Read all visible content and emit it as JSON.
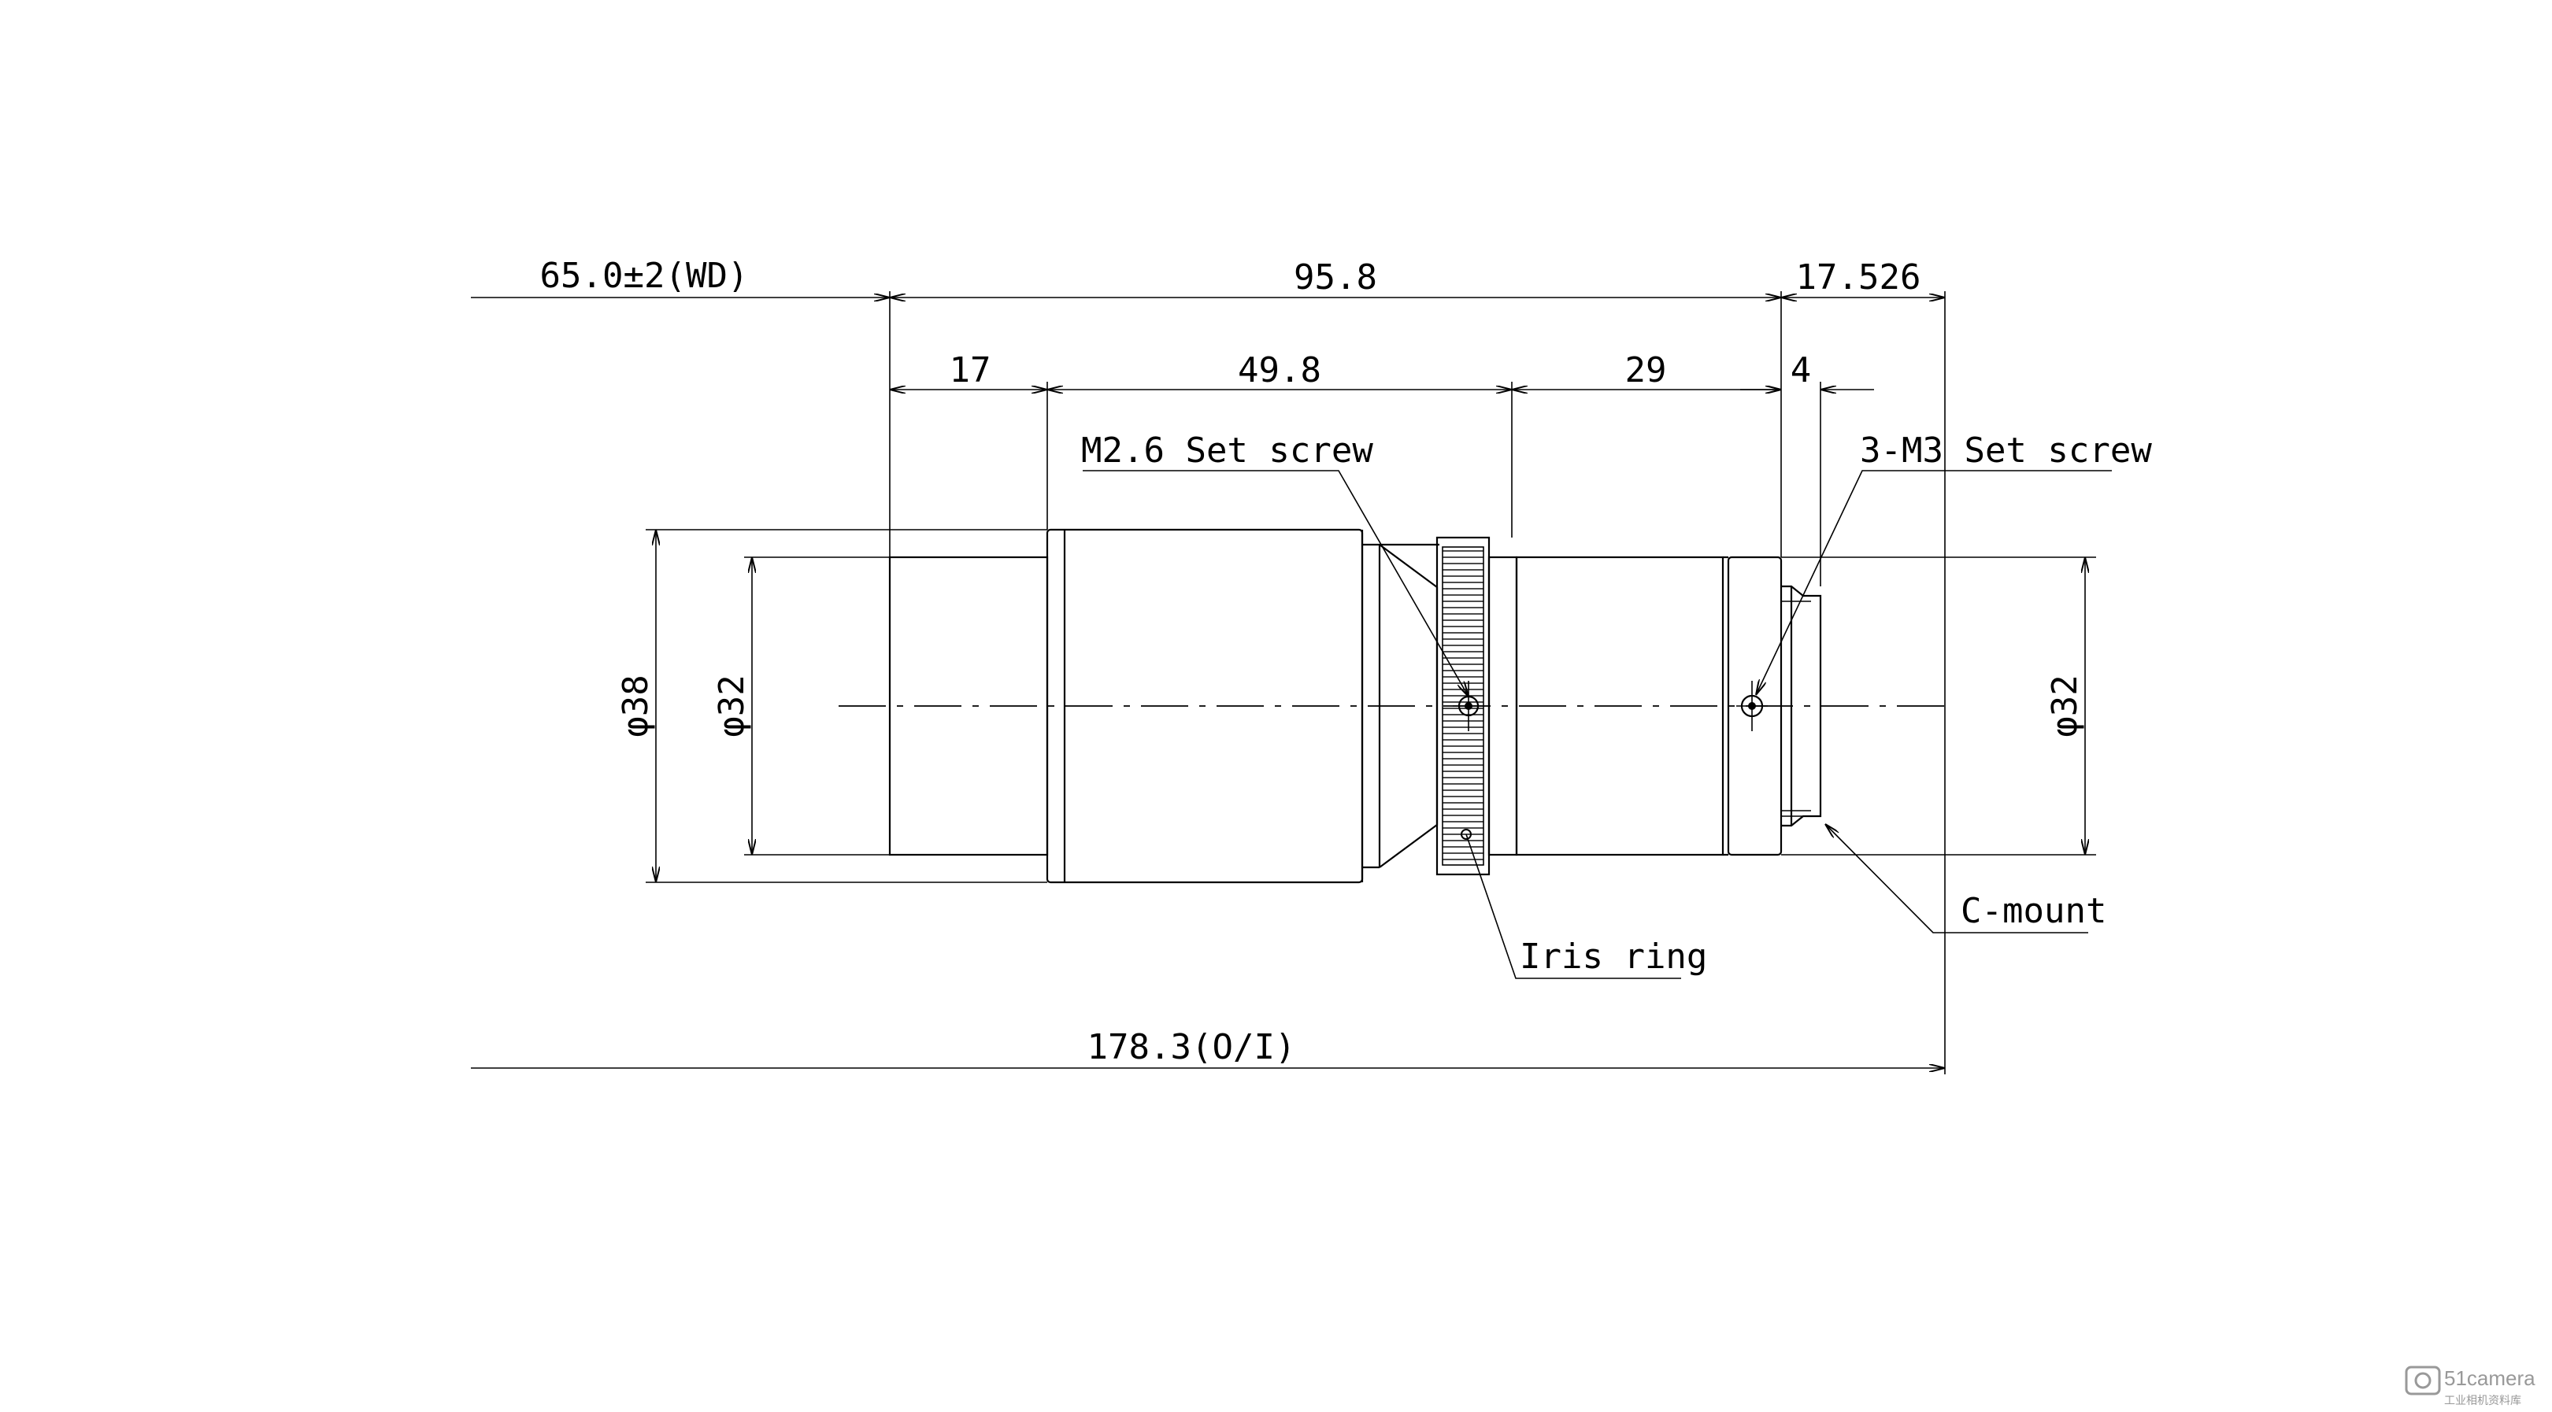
{
  "dimensions": {
    "working_distance": "65.0±2(WD)",
    "overall_body": "95.8",
    "flange_back": "17.526",
    "front_barrel": "17",
    "main_barrel": "49.8",
    "rear_barrel": "29",
    "mount_thread": "4",
    "total_length": "178.3(O/I)",
    "front_diameter": "φ38",
    "front_inner_diameter": "φ32",
    "rear_diameter": "φ32"
  },
  "callouts": {
    "m26_screw": "M2.6 Set screw",
    "m3_screw": "3-M3 Set screw",
    "iris_ring": "Iris ring",
    "c_mount": "C-mount"
  },
  "watermark": {
    "brand": "51camera",
    "sub": "工业相机资料库"
  }
}
